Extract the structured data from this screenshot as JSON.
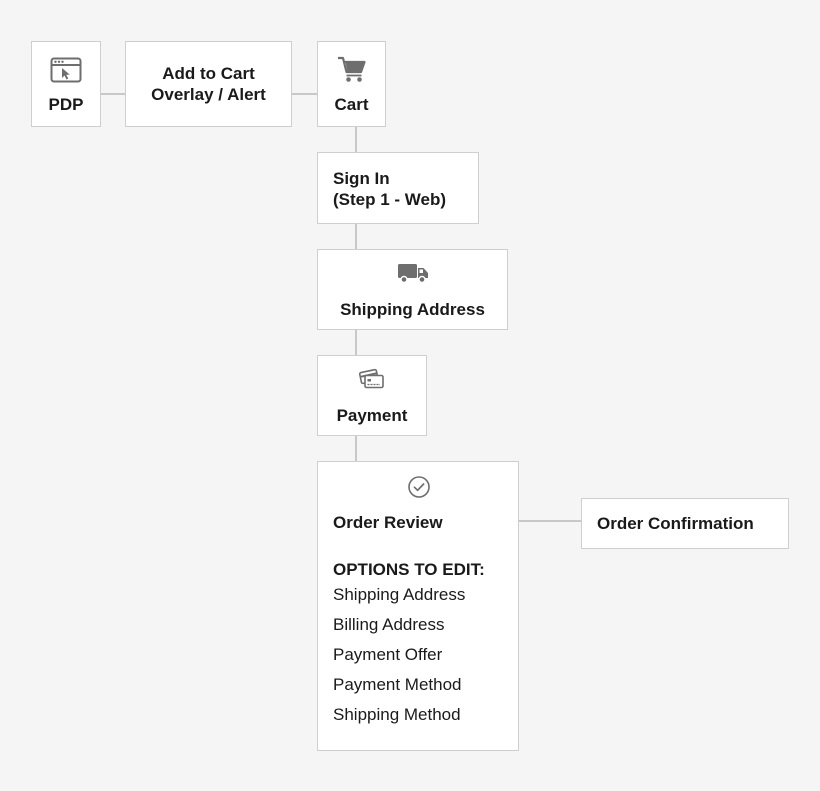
{
  "flow": {
    "pdp": {
      "label": "PDP",
      "icon": "browser-cursor-icon"
    },
    "add_to_cart": {
      "line1": "Add to Cart",
      "line2": "Overlay / Alert"
    },
    "cart": {
      "label": "Cart",
      "icon": "cart-icon"
    },
    "sign_in": {
      "line1": "Sign In",
      "line2": "(Step 1 - Web)"
    },
    "shipping_address": {
      "label": "Shipping Address",
      "icon": "truck-icon"
    },
    "payment": {
      "label": "Payment",
      "icon": "credit-cards-icon"
    },
    "order_review": {
      "label": "Order Review",
      "icon": "check-circle-icon",
      "options_title": "OPTIONS TO EDIT:",
      "options": [
        "Shipping Address",
        "Billing Address",
        "Payment Offer",
        "Payment Method",
        "Shipping Method"
      ]
    },
    "order_confirmation": {
      "label": "Order Confirmation"
    }
  },
  "colors": {
    "background": "#f5f5f5",
    "box": "#ffffff",
    "border": "#cfcfcf",
    "connector": "#c8c8c8",
    "icon": "#6e6e6e"
  }
}
